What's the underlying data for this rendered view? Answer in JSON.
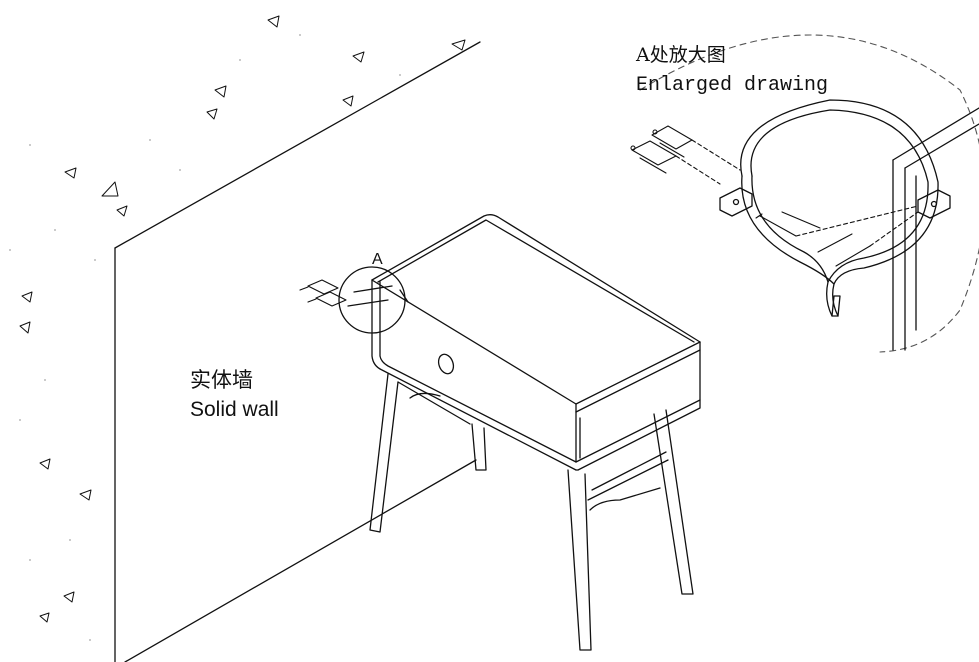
{
  "labels": {
    "wall_cn": "实体墙",
    "wall_en": "Solid wall",
    "enlarged_cn": "A处放大图",
    "enlarged_en": "Enlarged drawing",
    "callout": "A"
  },
  "colors": {
    "line": "#111111",
    "dash": "#555555",
    "background": "#ffffff"
  }
}
